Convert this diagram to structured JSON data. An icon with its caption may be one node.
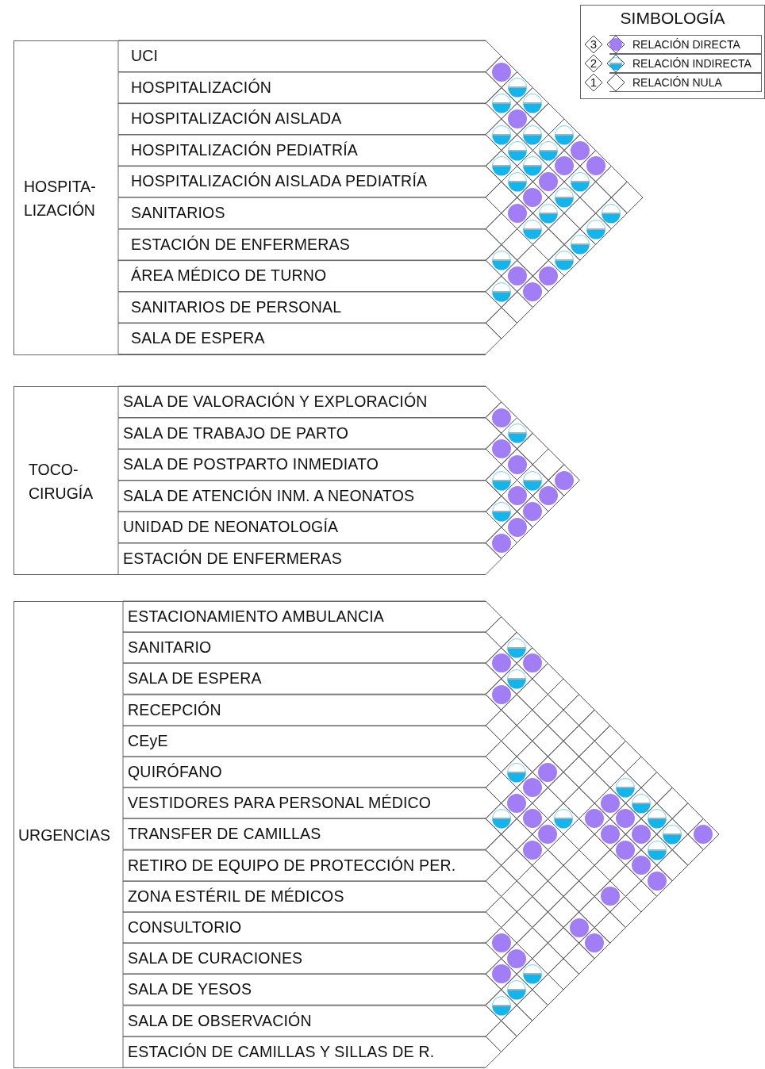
{
  "diagram": {
    "nodes": [
      {
        "text": [
          "HOSPITA-LIZACIÓN"
        ]
      },
      {
        "text": [
          "UCI"
        ],
        "in": 0
      },
      {
        "text": [
          "HOSPITALIZACIÓN"
        ],
        "in": 0
      },
      {
        "text": [
          "HOSPITALIZACIÓN AISLADA"
        ],
        "in": 0
      },
      {
        "text": [
          "HOSPITALIZACIÓN PEDIATRÍA"
        ],
        "in": 0
      },
      {
        "text": [
          "HOSPITALIZACIÓN AISLADA PEDIATRÍA"
        ],
        "in": 0
      },
      {
        "text": [
          "SANITARIOS"
        ],
        "in": 0
      },
      {
        "text": [
          "ESTACIÓN DE ENFERMERAS"
        ],
        "in": 0
      },
      {
        "text": [
          "ÁREA MÉDICO DE TURNO"
        ],
        "in": 0
      },
      {
        "text": [
          "SANITARIOS DE PERSONAL"
        ],
        "in": 0
      },
      {
        "text": [
          "SALA DE ESPERA"
        ],
        "in": 0
      },
      {
        "text": [
          "TOCO-CIRUGÍA"
        ]
      },
      {
        "text": [
          "SALA DE VALORACIÓN Y EXPLORACIÓN"
        ],
        "in": 11
      },
      {
        "text": [
          "SALA DE TRABAJO DE PARTO"
        ],
        "in": 11
      },
      {
        "text": [
          "SALA DE POSTPARTO INMEDIATO"
        ],
        "in": 11
      },
      {
        "text": [
          "SALA DE ATENCIÓN INM. A NEONATOS"
        ],
        "in": 11
      },
      {
        "text": [
          "UNIDAD DE NEONATOLOGÍA"
        ],
        "in": 11
      },
      {
        "text": [
          "ESTACIÓN DE ENFERMERAS"
        ],
        "in": 11
      },
      {
        "text": [
          "URGENCIAS"
        ]
      },
      {
        "text": [
          "ESTACIONAMIENTO AMBULANCIA"
        ],
        "in": 18
      },
      {
        "text": [
          "SANITARIO"
        ],
        "in": 18
      },
      {
        "text": [
          "SALA DE ESPERA"
        ],
        "in": 18
      },
      {
        "text": [
          "RECEPCIÓN"
        ],
        "in": 18
      },
      {
        "text": [
          "CEyE"
        ],
        "in": 18
      },
      {
        "text": [
          "QUIRÓFANO"
        ],
        "in": 18
      },
      {
        "text": [
          "VESTIDORES PARA PERSONAL MÉDICO"
        ],
        "in": 18
      },
      {
        "text": [
          "TRANSFER DE CAMILLAS"
        ],
        "in": 18
      },
      {
        "text": [
          "RETIRO DE EQUIPO DE PROTECCIÓN PER."
        ],
        "in": 18
      },
      {
        "text": [
          "ZONA ESTÉRIL DE MÉDICOS"
        ],
        "in": 18
      },
      {
        "text": [
          "CONSULTORIO"
        ],
        "in": 18
      },
      {
        "text": [
          "SALA DE CURACIONES"
        ],
        "in": 18
      },
      {
        "text": [
          "SALA DE YESOS"
        ],
        "in": 18
      },
      {
        "text": [
          "SALA DE OBSERVACIÓN"
        ],
        "in": 18
      },
      {
        "text": [
          "ESTACIÓN DE CAMILLAS Y SILLAS DE R."
        ],
        "in": 18
      },
      {
        "text": [],
        "shape": "circle"
      },
      {
        "text": [],
        "shape": "half-circle"
      },
      {
        "text": [],
        "shape": "half-circle"
      },
      {
        "text": [],
        "shape": "half-circle"
      },
      {
        "text": [],
        "shape": "circle"
      },
      {
        "text": [],
        "shape": "half-circle"
      },
      {
        "text": [],
        "shape": "half-circle"
      },
      {
        "text": [],
        "shape": "half-circle"
      },
      {
        "text": [],
        "shape": "half-circle"
      },
      {
        "text": [],
        "shape": "half-circle"
      },
      {
        "text": [],
        "shape": "circle"
      },
      {
        "text": [],
        "shape": "half-circle"
      },
      {
        "text": [],
        "shape": "half-circle"
      },
      {
        "text": [],
        "shape": "circle"
      },
      {
        "text": [],
        "shape": "circle"
      },
      {
        "text": [],
        "shape": "half-circle"
      },
      {
        "text": [],
        "shape": "circle"
      },
      {
        "text": [],
        "shape": "half-circle"
      },
      {
        "text": [],
        "shape": "circle"
      },
      {
        "text": [],
        "shape": "half-circle"
      },
      {
        "text": [],
        "shape": "circle"
      },
      {
        "text": [],
        "shape": "half-circle"
      },
      {
        "text": [],
        "shape": "half-circle"
      },
      {
        "text": [],
        "shape": "half-circle"
      },
      {
        "text": [],
        "shape": "half-circle"
      },
      {
        "text": [],
        "shape": "half-circle"
      },
      {
        "text": [],
        "shape": "half-circle"
      },
      {
        "text": [],
        "shape": "half-circle"
      },
      {
        "text": [],
        "shape": "circle"
      },
      {
        "text": [],
        "shape": "circle"
      },
      {
        "text": [],
        "shape": "half-circle"
      },
      {
        "text": [],
        "shape": "circle"
      },
      {
        "text": [],
        "shape": "circle"
      },
      {
        "text": [],
        "shape": "half-circle"
      },
      {
        "text": [],
        "shape": "circle"
      },
      {
        "text": [],
        "shape": "circle"
      },
      {
        "text": [],
        "shape": "half-circle"
      },
      {
        "text": [],
        "shape": "half-circle"
      },
      {
        "text": [],
        "shape": "circle"
      },
      {
        "text": [],
        "shape": "circle"
      },
      {
        "text": [],
        "shape": "circle"
      },
      {
        "text": [],
        "shape": "half-circle"
      },
      {
        "text": [],
        "shape": "circle"
      },
      {
        "text": [],
        "shape": "circle"
      },
      {
        "text": [],
        "shape": "circle"
      },
      {
        "text": [],
        "shape": "half-circle"
      },
      {
        "text": [],
        "shape": "circle"
      },
      {
        "text": [],
        "shape": "circle"
      },
      {
        "text": [],
        "shape": "half-circle"
      },
      {
        "text": [],
        "shape": "circle"
      },
      {
        "text": [],
        "shape": "half-circle"
      },
      {
        "text": [],
        "shape": "circle"
      },
      {
        "text": [],
        "shape": "circle"
      },
      {
        "text": [],
        "shape": "half-circle"
      },
      {
        "text": [],
        "shape": "circle"
      },
      {
        "text": [],
        "shape": "circle"
      },
      {
        "text": [],
        "shape": "half-circle"
      },
      {
        "text": [],
        "shape": "half-circle"
      },
      {
        "text": [],
        "shape": "circle"
      },
      {
        "text": [],
        "shape": "half-circle"
      },
      {
        "text": [],
        "shape": "circle"
      },
      {
        "text": [],
        "shape": "circle"
      },
      {
        "text": [],
        "shape": "half-circle"
      },
      {
        "text": [],
        "shape": "circle"
      },
      {
        "text": [],
        "shape": "circle"
      },
      {
        "text": [],
        "shape": "circle"
      },
      {
        "text": [],
        "shape": "half-circle"
      },
      {
        "text": [],
        "shape": "circle"
      },
      {
        "text": [],
        "shape": "circle"
      },
      {
        "text": [],
        "shape": "circle"
      },
      {
        "text": [],
        "shape": "half-circle"
      },
      {
        "text": [],
        "shape": "circle"
      },
      {
        "text": [],
        "shape": "circle"
      },
      {
        "text": [],
        "shape": "circle"
      },
      {
        "text": [],
        "shape": "circle"
      },
      {
        "text": [],
        "shape": "circle"
      },
      {
        "text": [],
        "shape": "circle"
      },
      {
        "text": [],
        "shape": "circle"
      },
      {
        "text": [],
        "shape": "circle"
      },
      {
        "text": [],
        "shape": "half-circle"
      },
      {
        "text": [],
        "shape": "half-circle"
      },
      {
        "text": [],
        "shape": "half-circle"
      }
    ],
    "labels": [
      "SIMBOLOGÍA",
      "3",
      "2",
      "1"
    ],
    "legend": [
      {
        "text": "RELACIÓN DIRECTA",
        "color": "#a27ef6"
      },
      {
        "text": "RELACIÓN INDIRECTA",
        "color": "#12b6ee"
      },
      {
        "text": "RELACIÓN NULA"
      }
    ]
  }
}
